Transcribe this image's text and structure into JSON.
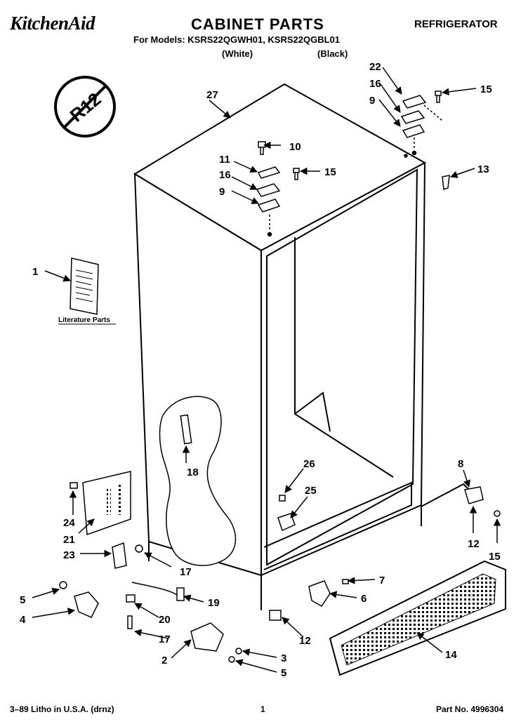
{
  "header": {
    "brand": "KitchenAid",
    "title": "CABINET PARTS",
    "category": "REFRIGERATOR",
    "models_line": "For Models: KSRS22QGWH01, KSRS22QGBL01",
    "variant_white": "(White)",
    "variant_black": "(Black)"
  },
  "badge": {
    "text": "R12"
  },
  "literature_label": "Literature Parts",
  "callouts": {
    "c1": "1",
    "c2": "2",
    "c3": "3",
    "c4": "4",
    "c5a": "5",
    "c5b": "5",
    "c6": "6",
    "c7": "7",
    "c8": "8",
    "c9a": "9",
    "c9b": "9",
    "c10": "10",
    "c11": "11",
    "c12a": "12",
    "c12b": "12",
    "c13": "13",
    "c14": "14",
    "c15a": "15",
    "c15b": "15",
    "c15c": "15",
    "c16a": "16",
    "c16b": "16",
    "c17a": "17",
    "c17b": "17",
    "c18": "18",
    "c19": "19",
    "c20": "20",
    "c21": "21",
    "c22": "22",
    "c23": "23",
    "c24": "24",
    "c25": "25",
    "c26": "26",
    "c27": "27"
  },
  "footer": {
    "print_info": "3–89 Litho in U.S.A. (drnz)",
    "page_number": "1",
    "part_number": "Part No. 4996304"
  }
}
